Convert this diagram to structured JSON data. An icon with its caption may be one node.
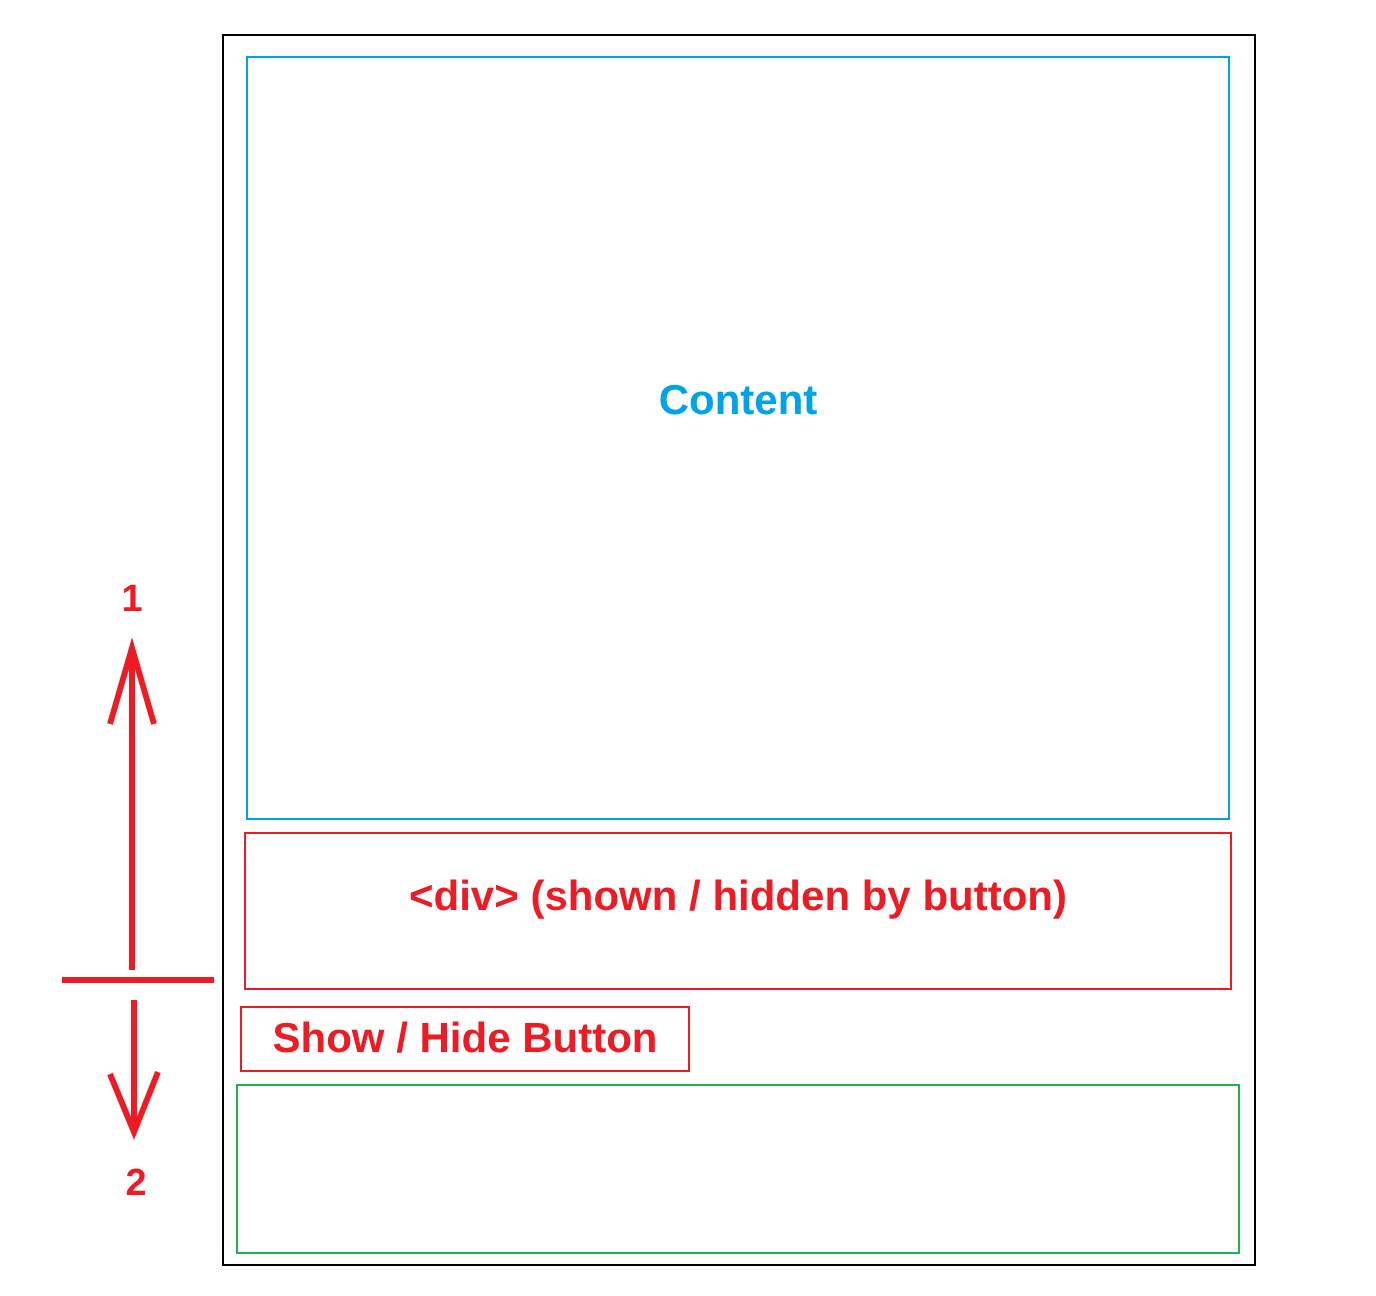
{
  "diagram": {
    "nodes": [
      {
        "text": [],
        "shape": "box"
      },
      {
        "text": [
          "Content"
        ],
        "in": 0
      },
      {
        "text": [
          "<div> (shown / hidden by button)"
        ],
        "in": 0
      },
      {
        "text": [
          "Show / Hide Button"
        ],
        "in": 0
      },
      {
        "text": [],
        "shape": "box",
        "in": 0
      }
    ],
    "labels": [
      "1",
      "2"
    ]
  }
}
